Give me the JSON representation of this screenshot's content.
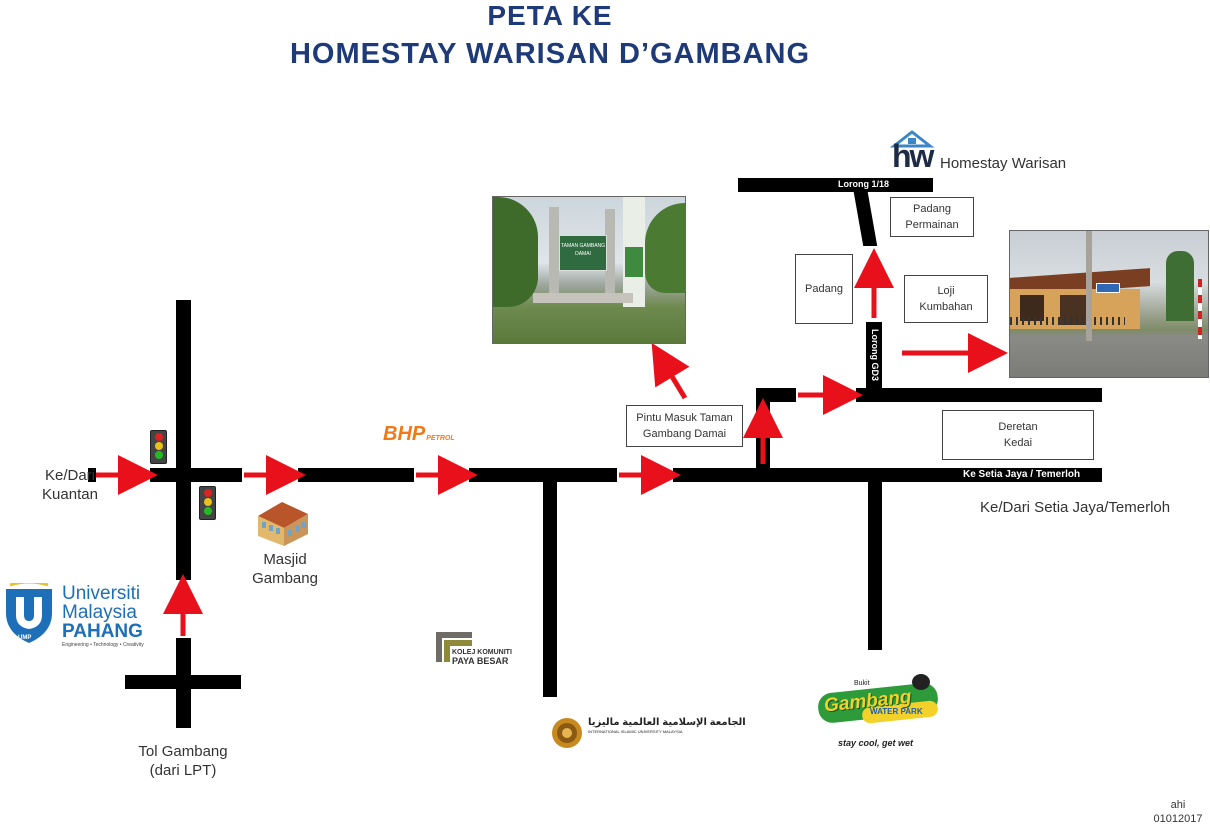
{
  "title": {
    "line1": "PETA KE",
    "line2": "HOMESTAY WARISAN D’GAMBANG"
  },
  "places": {
    "kuantan": [
      "Ke/Dari",
      "Kuantan"
    ],
    "masjid": [
      "Masjid",
      "Gambang"
    ],
    "tol": [
      "Tol Gambang",
      "(dari LPT)"
    ],
    "setia_jaya": "Ke/Dari Setia Jaya/Temerloh",
    "homestay": "Homestay Warisan"
  },
  "boxes": {
    "padang_permainan": [
      "Padang",
      "Permainan"
    ],
    "padang": "Padang",
    "loji": [
      "Loji",
      "Kumbahan"
    ],
    "pintu_masuk": [
      "Pintu Masuk Taman",
      "Gambang Damai"
    ],
    "deretan": [
      "Deretan",
      "Kedai"
    ]
  },
  "road_labels": {
    "lorong_118": "Lorong 1/18",
    "lorong_gd3": "Lorong GD3",
    "setia_jaya_road": "Ke Setia Jaya / Temerloh"
  },
  "logos": {
    "ump": {
      "line1": "Universiti",
      "line2": "Malaysia",
      "line3": "PAHANG",
      "tag": "Engineering • Technology • Creativity",
      "badge": "UMP"
    },
    "bhp": {
      "text": "BHP",
      "sub": "PETROL"
    },
    "kolej": {
      "line1": "KOLEJ KOMUNITI",
      "line2": "PAYA BESAR"
    },
    "iium": {
      "line1": "الجامعة الإسلامية العالمية ماليزيا",
      "line2": "INTERNATIONAL ISLAMIC UNIVERSITY MALAYSIA"
    },
    "waterpark": {
      "top": "Bukit",
      "main": "Gambang",
      "sub": "WATER PARK",
      "slogan": "stay cool, get wet"
    },
    "hw": "hw"
  },
  "signs": {
    "taman": [
      "TAMAN GAMBANG",
      "DAMAI"
    ]
  },
  "footer": {
    "author": "ahi",
    "date": "01012017"
  },
  "colors": {
    "title": "#1f3a78",
    "road": "#000000",
    "arrow": "#e8101a",
    "ump_blue": "#1d6fb8"
  }
}
